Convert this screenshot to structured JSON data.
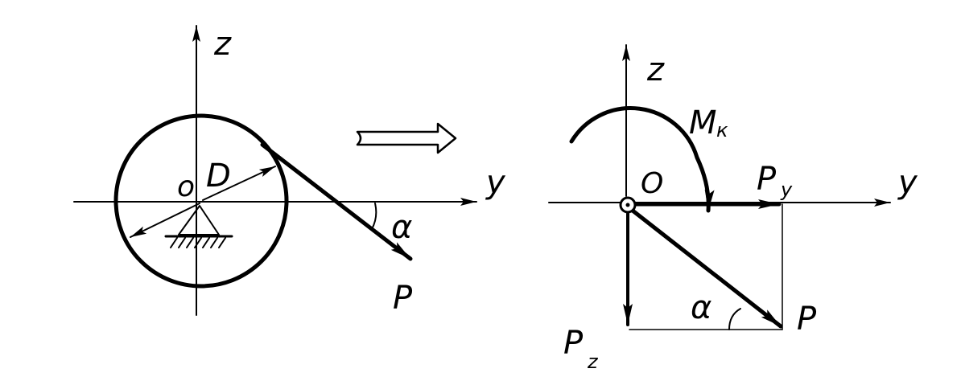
{
  "left_figure": {
    "axis_z_label": "z",
    "axis_y_label": "y",
    "center_label": "o",
    "diameter_label": "D",
    "angle_label": "α",
    "force_label": "P"
  },
  "right_figure": {
    "axis_z_label": "z",
    "axis_y_label": "y",
    "center_label": "O",
    "moment_label_main": "M",
    "moment_label_sub": "к",
    "force_y_main": "P",
    "force_y_sub": "y",
    "force_z_main": "P",
    "force_z_sub": "z",
    "force_label": "P",
    "angle_label": "α"
  },
  "colors": {
    "ink": "#000000",
    "background": "#ffffff"
  }
}
